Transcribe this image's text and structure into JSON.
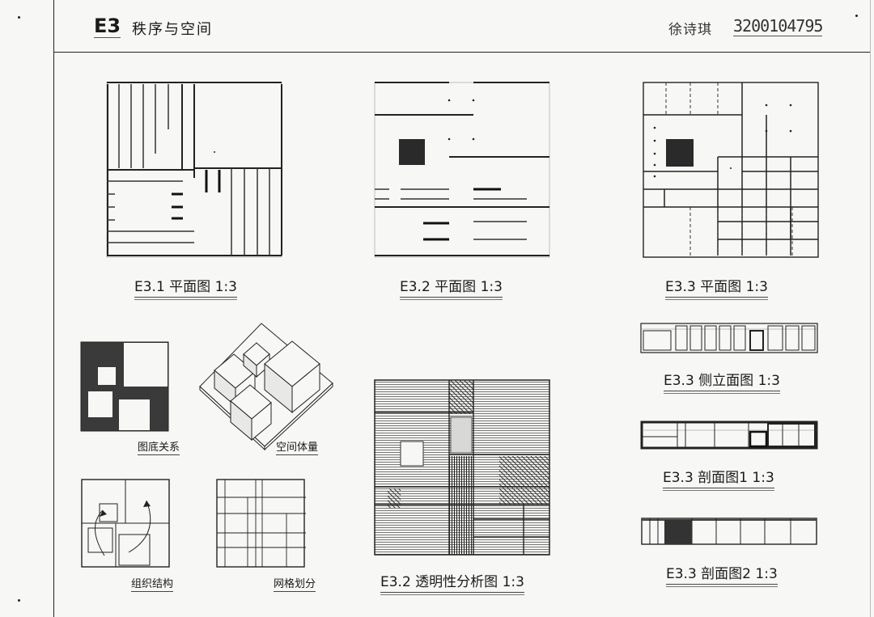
{
  "header": {
    "code": "E3",
    "title": "秩序与空间",
    "author": "徐诗琪",
    "student_id": "3200104795"
  },
  "captions": {
    "e31_plan": "E3.1 平面图 1:3",
    "e32_plan": "E3.2 平面图 1:3",
    "e33_plan": "E3.3 平面图 1:3",
    "e33_side": "E3.3 侧立面图 1:3",
    "e33_section1": "E3.3 剖面图1 1:3",
    "e33_section2": "E3.3 剖面图2 1:3",
    "figure_ground": "图底关系",
    "volume": "空间体量",
    "organization": "组织结构",
    "grid": "网格划分",
    "transparency": "E3.2 透明性分析图 1:3"
  }
}
